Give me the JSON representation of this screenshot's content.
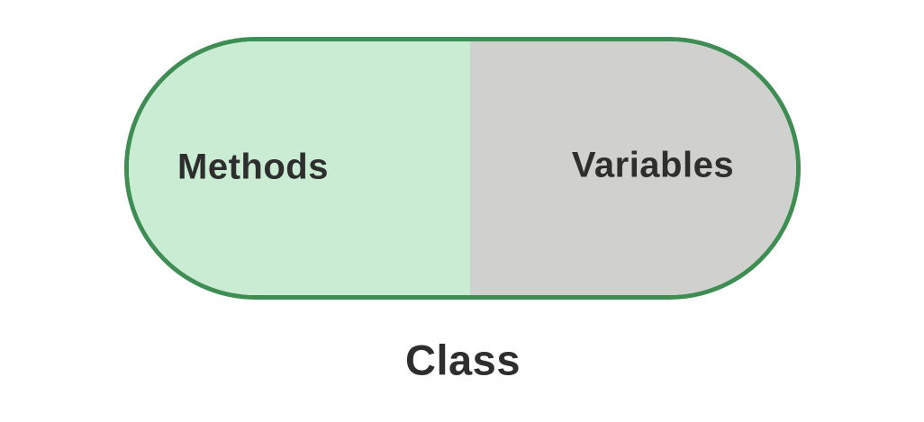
{
  "diagram": {
    "type": "class-composition-capsule",
    "title": "Class",
    "shape": {
      "border_color": "#3e8e54",
      "sections": [
        {
          "label": "Methods",
          "fill": "#c9ecd3"
        },
        {
          "label": "Variables",
          "fill": "#d0d1ce"
        }
      ]
    },
    "text_color": "#2d2e2d",
    "background_color": "#ffffff"
  }
}
